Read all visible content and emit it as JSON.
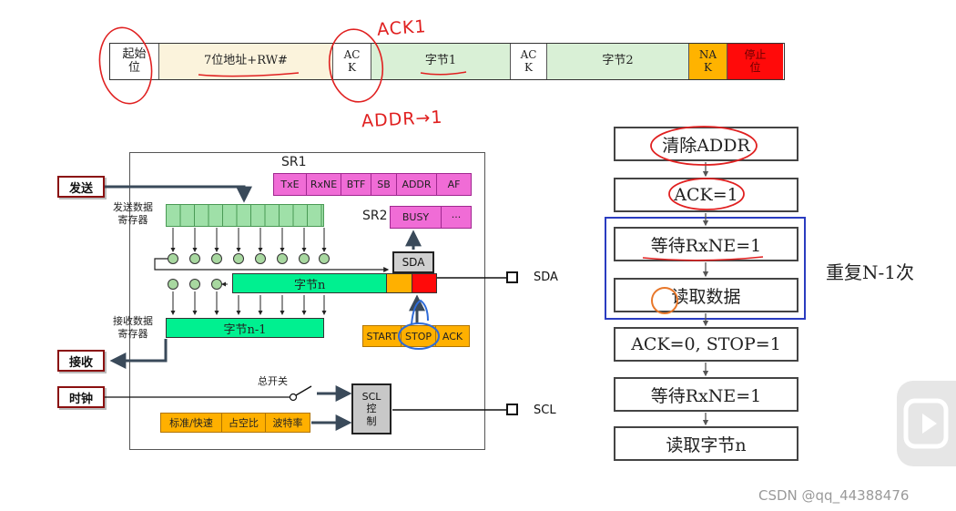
{
  "frame": {
    "start": "起始\n位",
    "addr": "7位地址+RW#",
    "ack1": "AC\nK",
    "byte1": "字节1",
    "ack2": "AC\nK",
    "byte2": "字节2",
    "nak": "NA\nK",
    "stop": "停止\n位"
  },
  "handwriting": {
    "ack1": "ACK1",
    "addr": "ADDR→1"
  },
  "block": {
    "sr1_label": "SR1",
    "sr1_bits": [
      "TxE",
      "RxNE",
      "BTF",
      "SB",
      "ADDR",
      "AF"
    ],
    "sr2_label": "SR2",
    "sr2_bits": [
      "BUSY",
      "···"
    ],
    "tx_button": "发送",
    "tx_reg_label": "发送数据\n寄存器",
    "shift_reg": "字节n",
    "rx_reg": "字节n-1",
    "rx_reg_label": "接收数据\n寄存器",
    "rx_button": "接收",
    "clock_button": "时钟",
    "switch_label": "总开关",
    "sda_box": "SDA",
    "sda_pin": "SDA",
    "scl_pin": "SCL",
    "ctrl_bits": [
      "START",
      "STOP",
      "ACK"
    ],
    "scl_ctrl": "SCL\n控\n制",
    "clock_opts": [
      "标准/快速",
      "占空比",
      "波特率"
    ]
  },
  "flowchart": {
    "steps": [
      "清除ADDR",
      "ACK=1",
      "等待RxNE=1",
      "读取数据",
      "ACK=0, STOP=1",
      "等待RxNE=1",
      "读取字节n"
    ],
    "loop_label": "重复N-1次"
  },
  "watermark": "CSDN @qq_44388476",
  "colors": {
    "addr": "#fbf3dc",
    "byte": "#d9f0d6",
    "nak": "#ffb300",
    "stop": "#ff0a0a",
    "sr": "#f06cd6",
    "reg": "#00f090",
    "ctrl": "#ffb000",
    "loop": "#2a3cc0",
    "ink": "#e02020"
  }
}
